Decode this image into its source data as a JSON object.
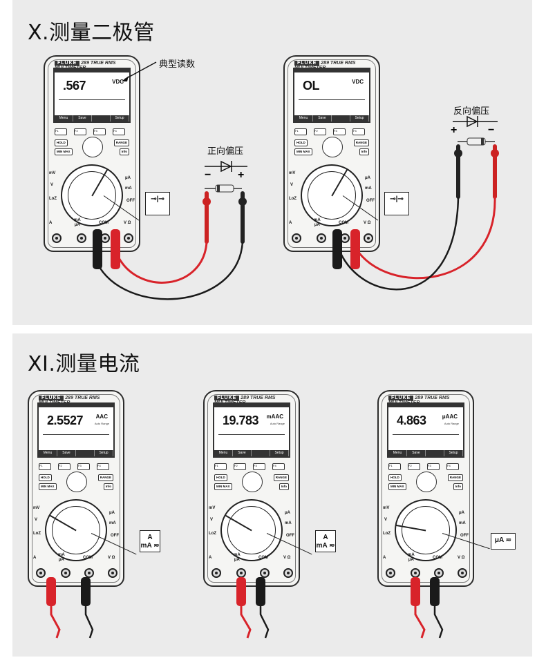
{
  "sections": [
    {
      "title": "X.测量二极管"
    },
    {
      "title": "XI.测量电流"
    }
  ],
  "annotations": {
    "typical_reading": "典型读数",
    "forward_bias": "正向偏压",
    "reverse_bias": "反向偏压",
    "plus": "+",
    "minus": "−"
  },
  "meter_common": {
    "brand": "FLUKE",
    "model": "289",
    "model_desc": "TRUE RMS MULTIMETER",
    "softkeys": [
      "Menu",
      "Save",
      "",
      "Setup"
    ],
    "fkeys": [
      "F1",
      "F2",
      "F3",
      "F4"
    ],
    "buttons": {
      "hold": "HOLD",
      "minmax": "MIN MAX",
      "range": "RANGE",
      "info": "Info"
    },
    "dial_labels": {
      "mv": "mV",
      "v": "V",
      "loz": "LoZ",
      "ua": "μA",
      "ma": "mA",
      "a": "A",
      "off": "OFF"
    },
    "jack_labels": {
      "a": "A",
      "ma": "mA\nμA",
      "com": "COM",
      "v": "V Ω"
    }
  },
  "meters": [
    {
      "reading": ".567",
      "unit": "VDC",
      "sub": "",
      "callout": "⊸|⊸"
    },
    {
      "reading": "OL",
      "unit": "VDC",
      "sub": "",
      "callout": "⊸|⊸"
    },
    {
      "reading": "2.5527",
      "unit": "AAC",
      "sub": "Auto Range",
      "callout": "A\nmA ≂"
    },
    {
      "reading": "19.783",
      "unit": "mAAC",
      "sub": "Auto Range",
      "callout": "A\nmA ≂"
    },
    {
      "reading": "4.863",
      "unit": "μAAC",
      "sub": "Auto Range",
      "callout": "μA ≂"
    }
  ],
  "colors": {
    "red_lead": "#d8232a",
    "black_lead": "#1a1a1a",
    "panel": "#ebebeb"
  }
}
